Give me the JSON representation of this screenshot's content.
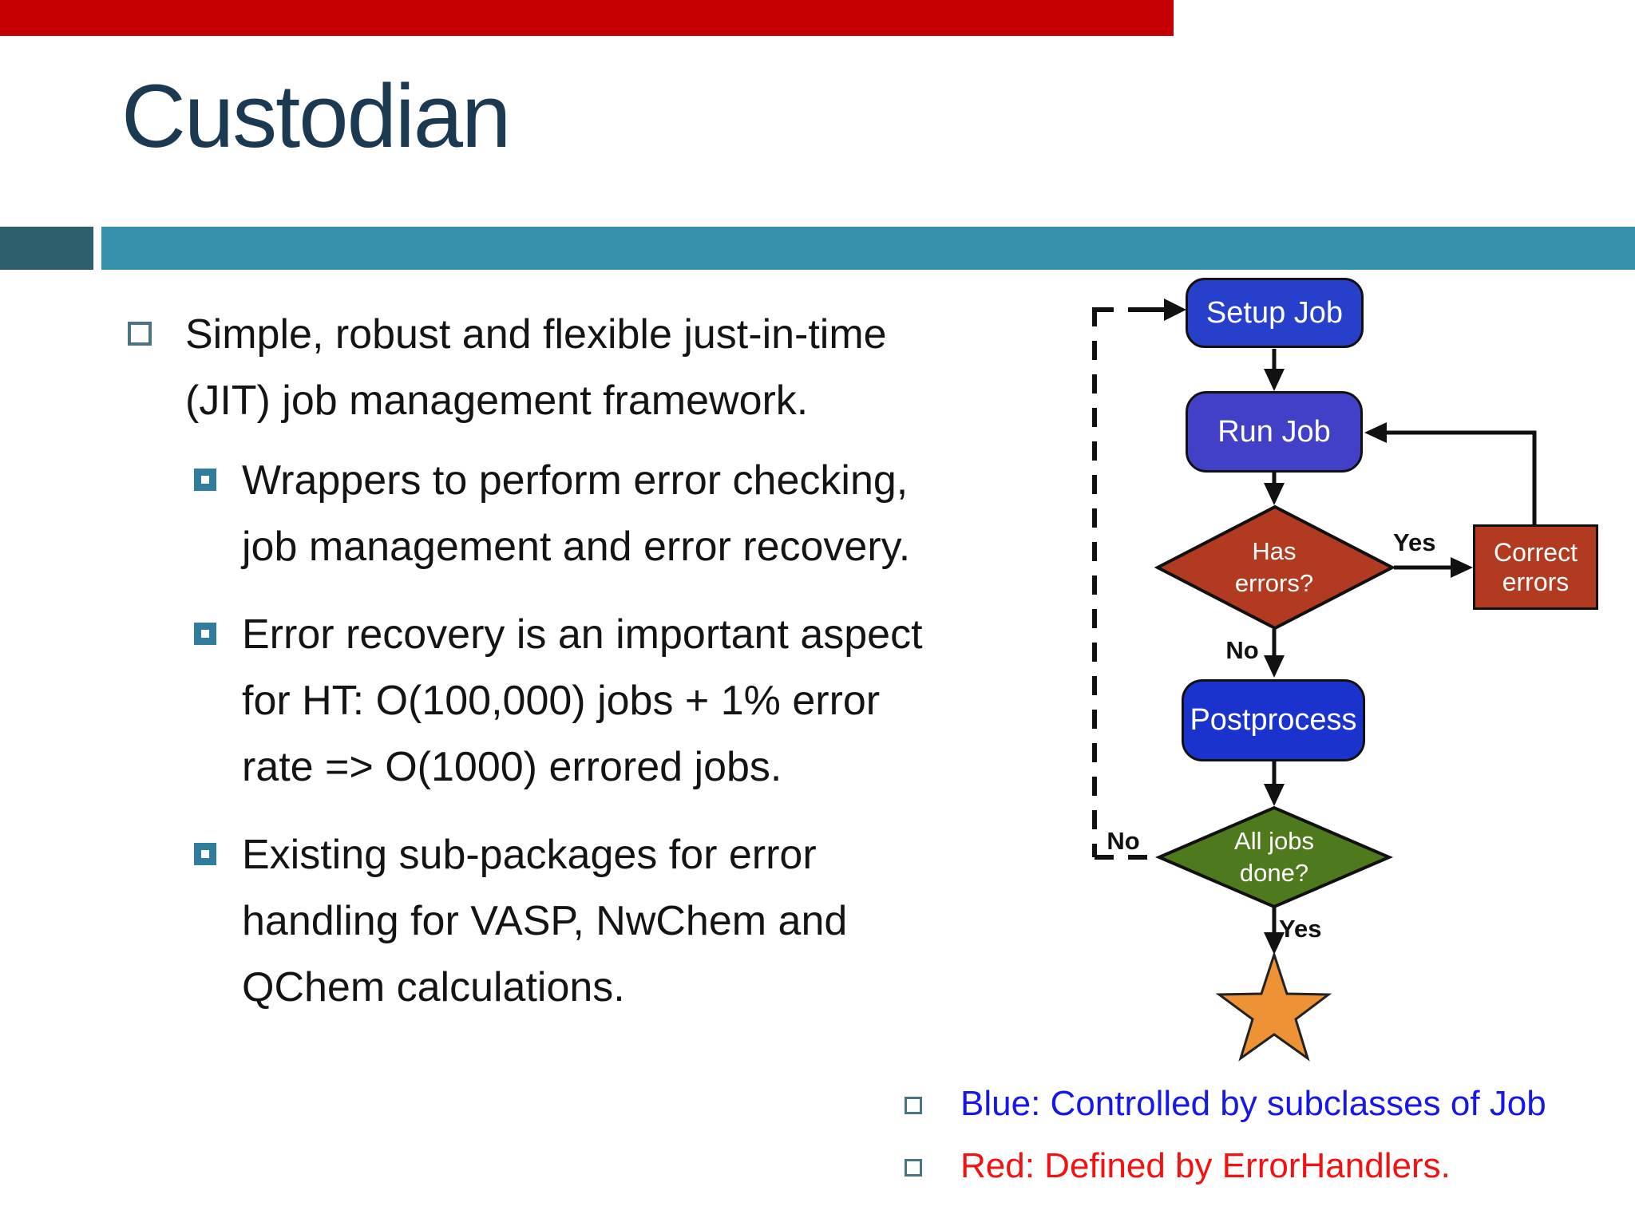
{
  "slide": {
    "title": "Custodian",
    "background": "#ffffff",
    "top_bar_color": "#c60000",
    "accent_bar_color": "#3590ab",
    "accent_square_color": "#2d5f6d",
    "title_color": "#1b3a52"
  },
  "body": {
    "items": [
      {
        "level": 1,
        "lines": [
          "Simple, robust and flexible just-in-time",
          "(JIT) job management framework."
        ]
      },
      {
        "level": 2,
        "lines": [
          "Wrappers to perform error checking,",
          "job management and error recovery."
        ]
      },
      {
        "level": 2,
        "lines": [
          "Error recovery is an important aspect",
          "for HT: O(100,000) jobs + 1% error",
          "rate => O(1000) errored jobs."
        ]
      },
      {
        "level": 2,
        "lines": [
          "Existing sub-packages for error",
          "handling for VASP, NwChem and",
          "QChem calculations."
        ]
      }
    ]
  },
  "flowchart": {
    "nodes": {
      "setup_job": {
        "label": "Setup Job",
        "color": "#2640cb"
      },
      "run_job": {
        "label": "Run Job",
        "color": "#4140c7"
      },
      "has_errors": {
        "label": "Has\nerrors?",
        "color": "#b23a20"
      },
      "correct_errors": {
        "label": "Correct\nerrors",
        "color": "#b23a20"
      },
      "postprocess": {
        "label": "Postprocess",
        "color": "#1b33cd"
      },
      "all_jobs_done": {
        "label": "All jobs\ndone?",
        "color": "#4e7a1d"
      },
      "star": {
        "color": "#ee9335"
      }
    },
    "edge_labels": {
      "has_errors_yes": "Yes",
      "has_errors_no": "No",
      "all_done_no": "No",
      "all_done_yes": "Yes"
    }
  },
  "legend": {
    "items": [
      {
        "text": "Blue: Controlled by subclasses of Job",
        "color": "#1717e6"
      },
      {
        "text": "Red: Defined by ErrorHandlers.",
        "color": "#f21212"
      }
    ]
  }
}
